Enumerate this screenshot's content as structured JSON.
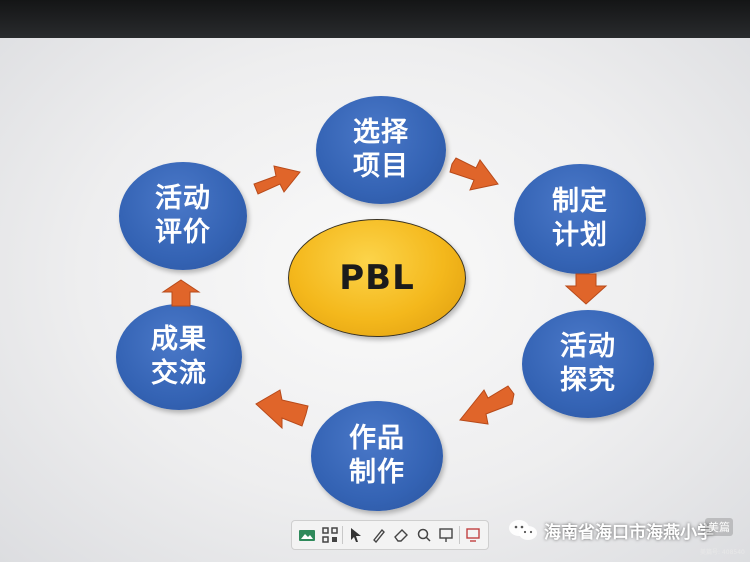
{
  "diagram": {
    "center": "PBL",
    "steps": [
      {
        "line1": "选择",
        "line2": "项目"
      },
      {
        "line1": "制定",
        "line2": "计划"
      },
      {
        "line1": "活动",
        "line2": "探究"
      },
      {
        "line1": "作品",
        "line2": "制作"
      },
      {
        "line1": "成果",
        "line2": "交流"
      },
      {
        "line1": "活动",
        "line2": "评价"
      }
    ]
  },
  "colors": {
    "bubble": "#3463b4",
    "center": "#f4b81c",
    "arrow": "#e0652a"
  },
  "toolbar": {
    "icons": [
      "slides-icon",
      "qr-code-icon",
      "pointer-icon",
      "pen-icon",
      "eraser-icon",
      "magnifier-icon",
      "whiteboard-icon",
      "screen-icon"
    ]
  },
  "watermark": {
    "text": "海南省海口市海燕小学",
    "logo": "美篇",
    "small": "美篇号: 408540"
  }
}
